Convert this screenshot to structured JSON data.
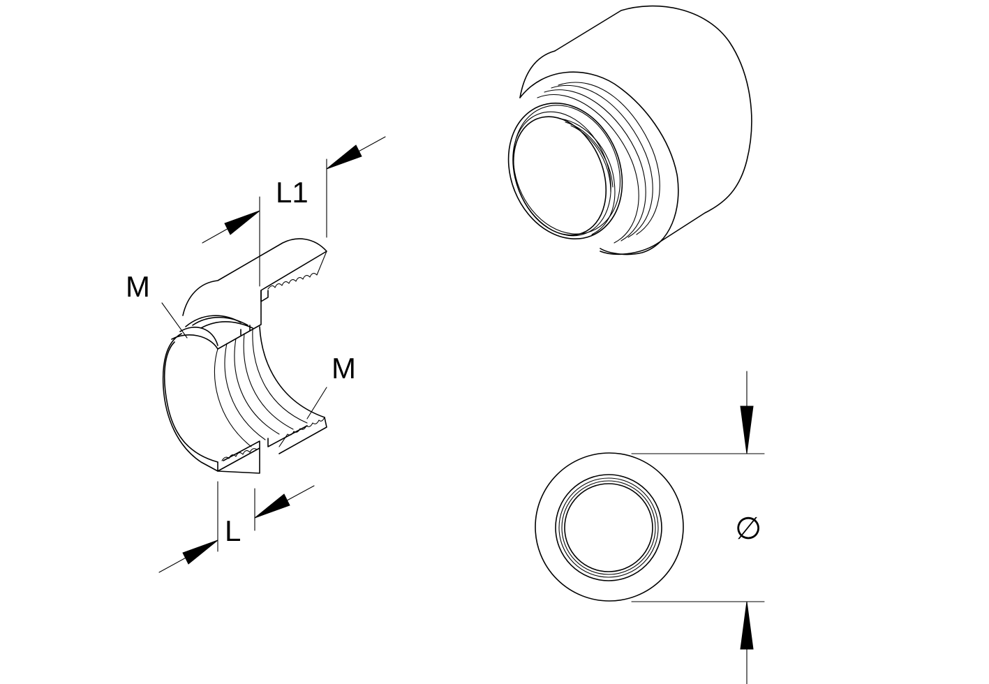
{
  "section_view": {
    "label_L1": "L1",
    "label_M_top": "M",
    "label_M_right": "M",
    "label_L": "L"
  },
  "front_view": {
    "label_diameter": "∅"
  },
  "colors": {
    "line": "#000000",
    "background": "#ffffff"
  }
}
